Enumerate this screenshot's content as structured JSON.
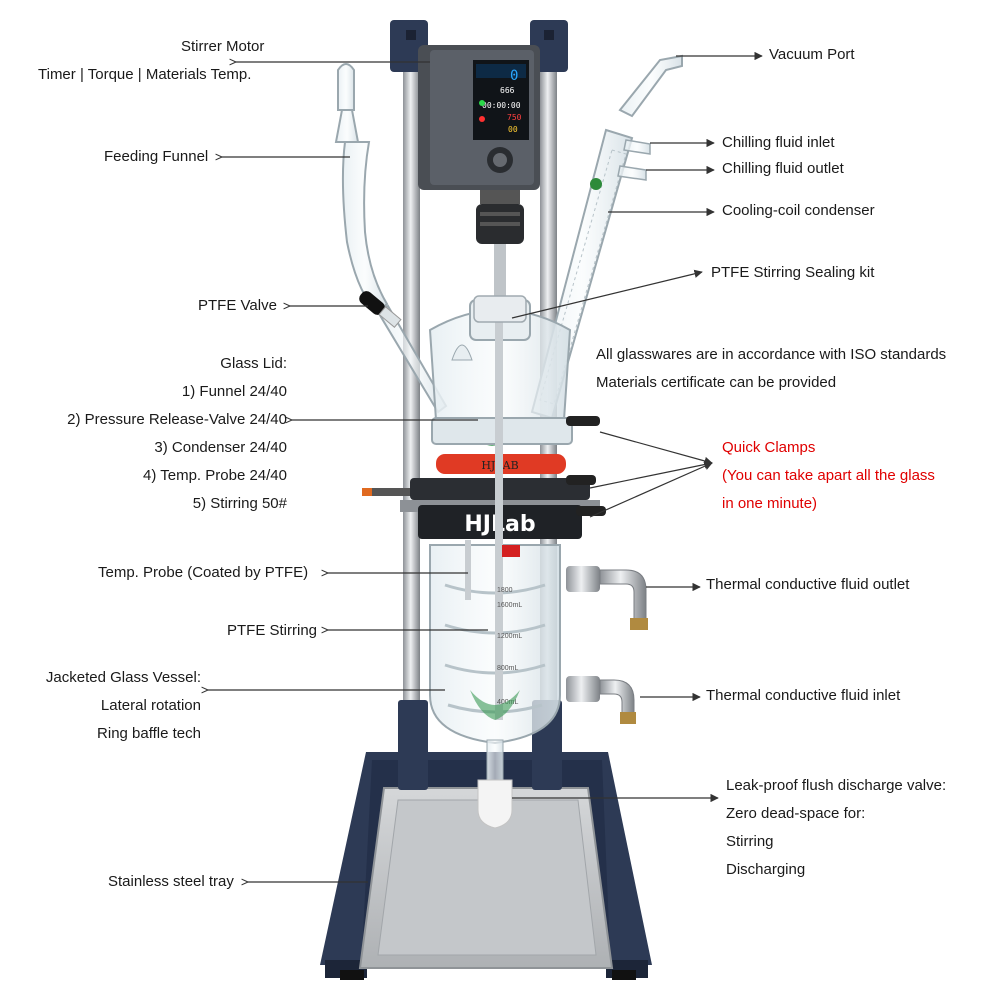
{
  "colors": {
    "accent_red": "#e00000",
    "frame_navy": "#2d3a55",
    "steel": "#c9ccd0",
    "glass": "#dfe9ee",
    "gasket_red": "#e03a24",
    "screen_bg": "#101418"
  },
  "device": {
    "brand": "HJLab",
    "lid_brand": "HJLAB",
    "screen": {
      "speed": "0",
      "speed_set": "666",
      "timer": "00:00:00",
      "temp": "00",
      "temp_set": "750"
    },
    "graduations": [
      "1800",
      "1600mL",
      "1200mL",
      "800mL",
      "400mL"
    ]
  },
  "labels": {
    "stirrer_motor": "Stirrer Motor",
    "stirrer_motor_sub": "Timer | Torque | Materials Temp.",
    "feeding_funnel": "Feeding Funnel",
    "ptfe_valve": "PTFE Valve",
    "glass_lid_title": "Glass Lid:",
    "glass_lid_items": [
      "1) Funnel 24/40",
      "2) Pressure Release-Valve 24/40",
      "3) Condenser 24/40",
      "4) Temp. Probe 24/40",
      "5) Stirring 50#"
    ],
    "temp_probe": "Temp. Probe (Coated by PTFE)",
    "ptfe_stirring": "PTFE Stirring",
    "jacketed_vessel": [
      "Jacketed Glass Vessel:",
      "Lateral rotation",
      "Ring baffle tech"
    ],
    "stainless_tray": "Stainless steel tray",
    "vacuum_port": "Vacuum Port",
    "chilling_inlet": "Chilling fluid inlet",
    "chilling_outlet": "Chilling fluid outlet",
    "condenser": "Cooling-coil condenser",
    "sealing_kit": "PTFE Stirring Sealing kit",
    "iso_note": [
      "All glasswares are in accordance with ISO standards",
      "Materials certificate can be provided"
    ],
    "quick_clamps": [
      "Quick Clamps",
      "(You can take apart all the glass",
      "in one minute)"
    ],
    "thermal_outlet": "Thermal conductive fluid outlet",
    "thermal_inlet": "Thermal conductive fluid inlet",
    "discharge_valve": [
      "Leak-proof flush discharge valve:",
      "Zero dead-space for:",
      "Stirring",
      "Discharging"
    ]
  }
}
